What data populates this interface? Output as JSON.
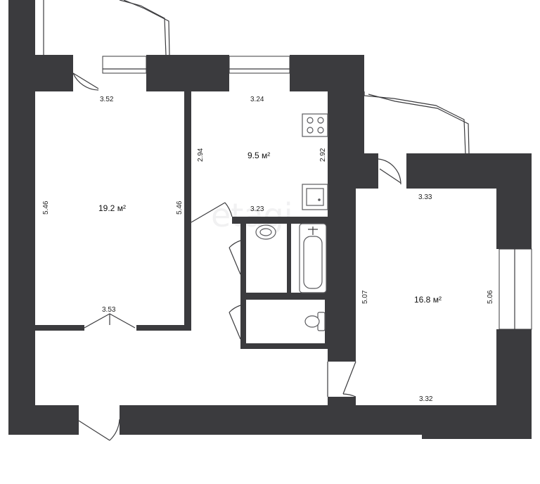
{
  "watermark": "etagi",
  "rooms": {
    "living_left": {
      "area": "19.2 м²",
      "width_top": "3.52",
      "width_bottom": "3.53",
      "height_left": "5.46",
      "height_right": "5.46"
    },
    "kitchen": {
      "area": "9.5 м²",
      "width_top": "3.24",
      "width_bottom": "3.23",
      "height_left": "2.94",
      "height_right": "2.92"
    },
    "living_right": {
      "area": "16.8 м²",
      "width_top": "3.33",
      "width_bottom": "3.32",
      "height_left": "5.07",
      "height_right": "5.06"
    }
  }
}
